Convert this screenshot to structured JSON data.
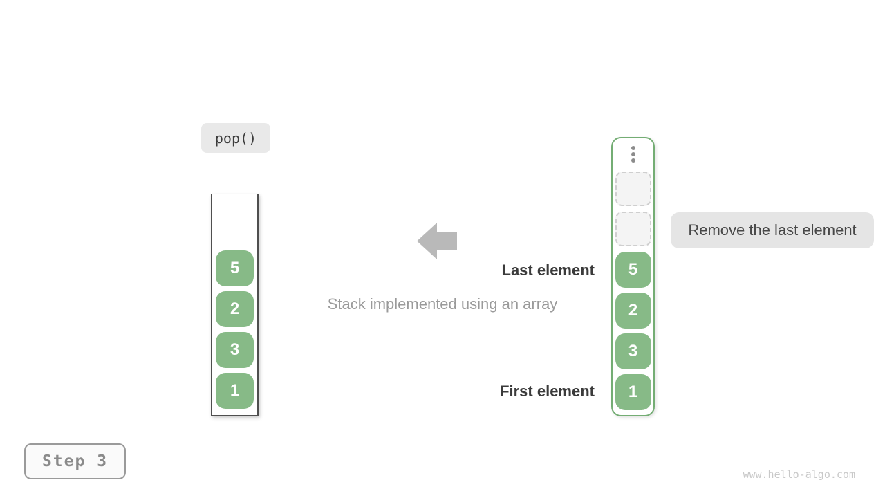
{
  "operation": {
    "label": "pop()"
  },
  "step": {
    "label": "Step 3"
  },
  "caption": "Stack implemented using an array",
  "annotations": {
    "last_element": "Last element",
    "first_element": "First element",
    "remove_note": "Remove the last element"
  },
  "left_stack": {
    "values_top_to_bottom": {
      "0": "5",
      "1": "2",
      "2": "3",
      "3": "1"
    }
  },
  "right_stack": {
    "ellipsis": "vertical-dots",
    "empty_slot_count": 2,
    "values_top_to_bottom": {
      "0": "5",
      "1": "2",
      "2": "3",
      "3": "1"
    }
  },
  "watermark": "www.hello-algo.com",
  "colors": {
    "element_green": "#87ba87",
    "frame_green_border": "#74ad74",
    "label_gray_bg": "#e9e9e9",
    "tooltip_gray_bg": "#e5e5e5",
    "arrow_gray": "#b9b9b9",
    "muted_text": "#9a9a9a",
    "dark_text": "#3b3b3b",
    "beaker_border": "#4f4f4f"
  }
}
